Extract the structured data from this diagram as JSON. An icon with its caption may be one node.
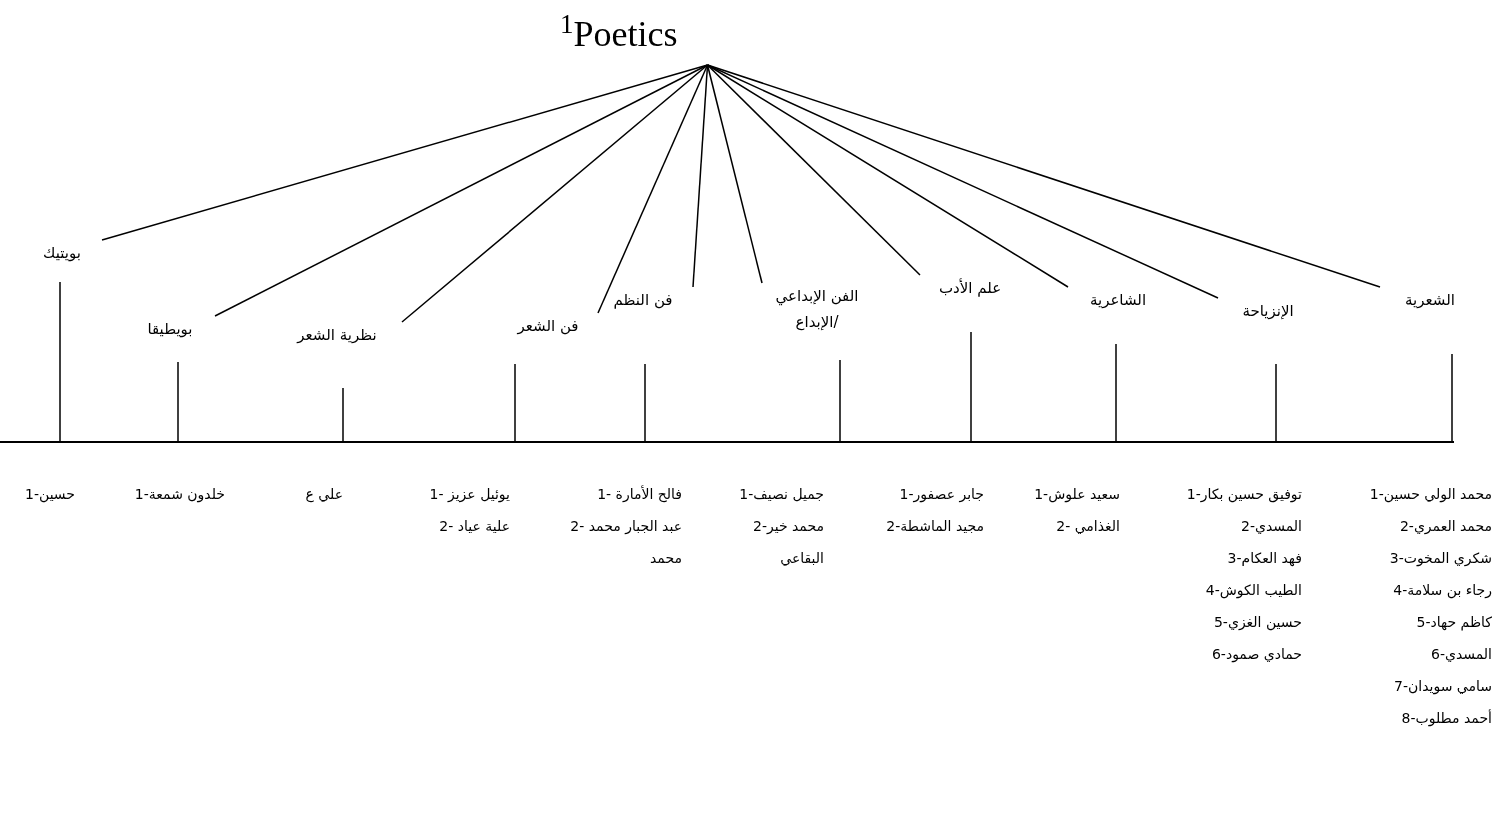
{
  "diagram": {
    "nodes": [
      {
        "text": [
          "$^{1}$Poetics"
        ]
      },
      {
        "text": [
          "بويتيك"
        ]
      },
      {
        "text": [
          "بويطيقا"
        ]
      },
      {
        "text": [
          "نظرية الشعر"
        ]
      },
      {
        "text": [
          "فن الشعر"
        ]
      },
      {
        "text": [
          "فن النظم"
        ]
      },
      {
        "text": [
          "الفن الإبداعي /الإبداع"
        ]
      },
      {
        "text": [
          "علم الأدب"
        ]
      },
      {
        "text": [
          "الشاعرية"
        ]
      },
      {
        "text": [
          "الإنزياحة"
        ]
      },
      {
        "text": [
          "الشعرية"
        ]
      },
      {
        "text": [],
        "shape": "bar"
      },
      {
        "text": [
          "1-حسين"
        ]
      },
      {
        "text": [
          "1-خلدون شمعة"
        ]
      },
      {
        "text": [
          "علي ع"
        ]
      },
      {
        "text": [
          "1- يوئيل عزيز",
          "2- علية عياد"
        ]
      },
      {
        "text": [
          "1- فالح الأمارة",
          "2- عبد الجبار محمد محمد"
        ]
      },
      {
        "text": [
          "1-جميل نصيف",
          "2-محمد خير البقاعي"
        ]
      },
      {
        "text": [
          "1-جابر عصفور",
          "2-مجيد الماشطة"
        ]
      },
      {
        "text": [
          "1-سعيد علوش",
          "2- الغذامي"
        ]
      },
      {
        "text": [
          "1-توفيق حسين بكار",
          "2-المسدي",
          "3-فهد العكام",
          "4-الطيب الكوش",
          "5-حسين الغزي",
          "6-حمادي صمود"
        ]
      },
      {
        "text": [
          "1-محمد الولي حسين",
          "2-محمد العمري",
          "3-شكري المخوت",
          "4-رجاء بن سلامة",
          "5-كاظم حهاد",
          "6-المسدي",
          "7-سامي سويدان",
          "8-أحمد مطلوب"
        ]
      }
    ],
    "edges": [
      {
        "from": 0,
        "to": 1,
        "arrow": "none"
      },
      {
        "from": 0,
        "to": 2,
        "arrow": "none"
      },
      {
        "from": 0,
        "to": 3,
        "arrow": "none"
      },
      {
        "from": 0,
        "to": 4,
        "arrow": "none"
      },
      {
        "from": 0,
        "to": 5,
        "arrow": "none"
      },
      {
        "from": 0,
        "to": 6,
        "arrow": "none"
      },
      {
        "from": 0,
        "to": 7,
        "arrow": "none"
      },
      {
        "from": 0,
        "to": 8,
        "arrow": "none"
      },
      {
        "from": 0,
        "to": 9,
        "arrow": "none"
      },
      {
        "from": 0,
        "to": 10,
        "arrow": "none"
      },
      {
        "from": 1,
        "to": 11,
        "arrow": "none"
      },
      {
        "from": 2,
        "to": 11,
        "arrow": "none"
      },
      {
        "from": 3,
        "to": 11,
        "arrow": "none"
      },
      {
        "from": 4,
        "to": 11,
        "arrow": "none"
      },
      {
        "from": 5,
        "to": 11,
        "arrow": "none"
      },
      {
        "from": 6,
        "to": 11,
        "arrow": "none"
      },
      {
        "from": 7,
        "to": 11,
        "arrow": "none"
      },
      {
        "from": 8,
        "to": 11,
        "arrow": "none"
      },
      {
        "from": 9,
        "to": 11,
        "arrow": "none"
      },
      {
        "from": 10,
        "to": 11,
        "arrow": "none"
      }
    ]
  }
}
